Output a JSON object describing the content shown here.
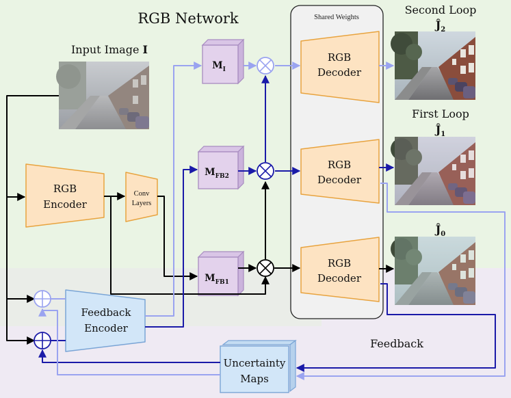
{
  "title": "RGB Network",
  "input_label": "Input Image",
  "input_symbol": "I",
  "shared_weights": "Shared Weights",
  "encoder": {
    "line1": "RGB",
    "line2": "Encoder"
  },
  "conv": {
    "line1": "Conv",
    "line2": "Layers"
  },
  "feedback_encoder": {
    "line1": "Feedback",
    "line2": "Encoder"
  },
  "uncertainty": {
    "line1": "Uncertainty",
    "line2": "Maps"
  },
  "decoder": {
    "line1": "RGB",
    "line2": "Decoder"
  },
  "masks": {
    "mi": {
      "base": "M",
      "sub": "I"
    },
    "mfb2": {
      "base": "M",
      "sub": "FB2"
    },
    "mfb1": {
      "base": "M",
      "sub": "FB1"
    }
  },
  "outputs": {
    "second": {
      "label": "Second Loop",
      "symbol": "Ĵ",
      "sub": "2"
    },
    "first": {
      "label": "First Loop",
      "symbol": "Ĵ",
      "sub": "1"
    },
    "zero": {
      "symbol": "Ĵ",
      "sub": "0"
    }
  },
  "feedback_label": "Feedback",
  "colors": {
    "green_bg": "#eaf4e4",
    "purple_bg": "#efeaf3",
    "orange_fill": "#fde3c2",
    "orange_stroke": "#e8a33e",
    "blue_fill": "#d2e6f8",
    "blue_stroke": "#7aa5d6",
    "purple_fill": "#e3d2ec",
    "purple_stroke": "#a88cc0",
    "dark_blue": "#1a1aa8",
    "light_blue": "#9aa3f0"
  }
}
